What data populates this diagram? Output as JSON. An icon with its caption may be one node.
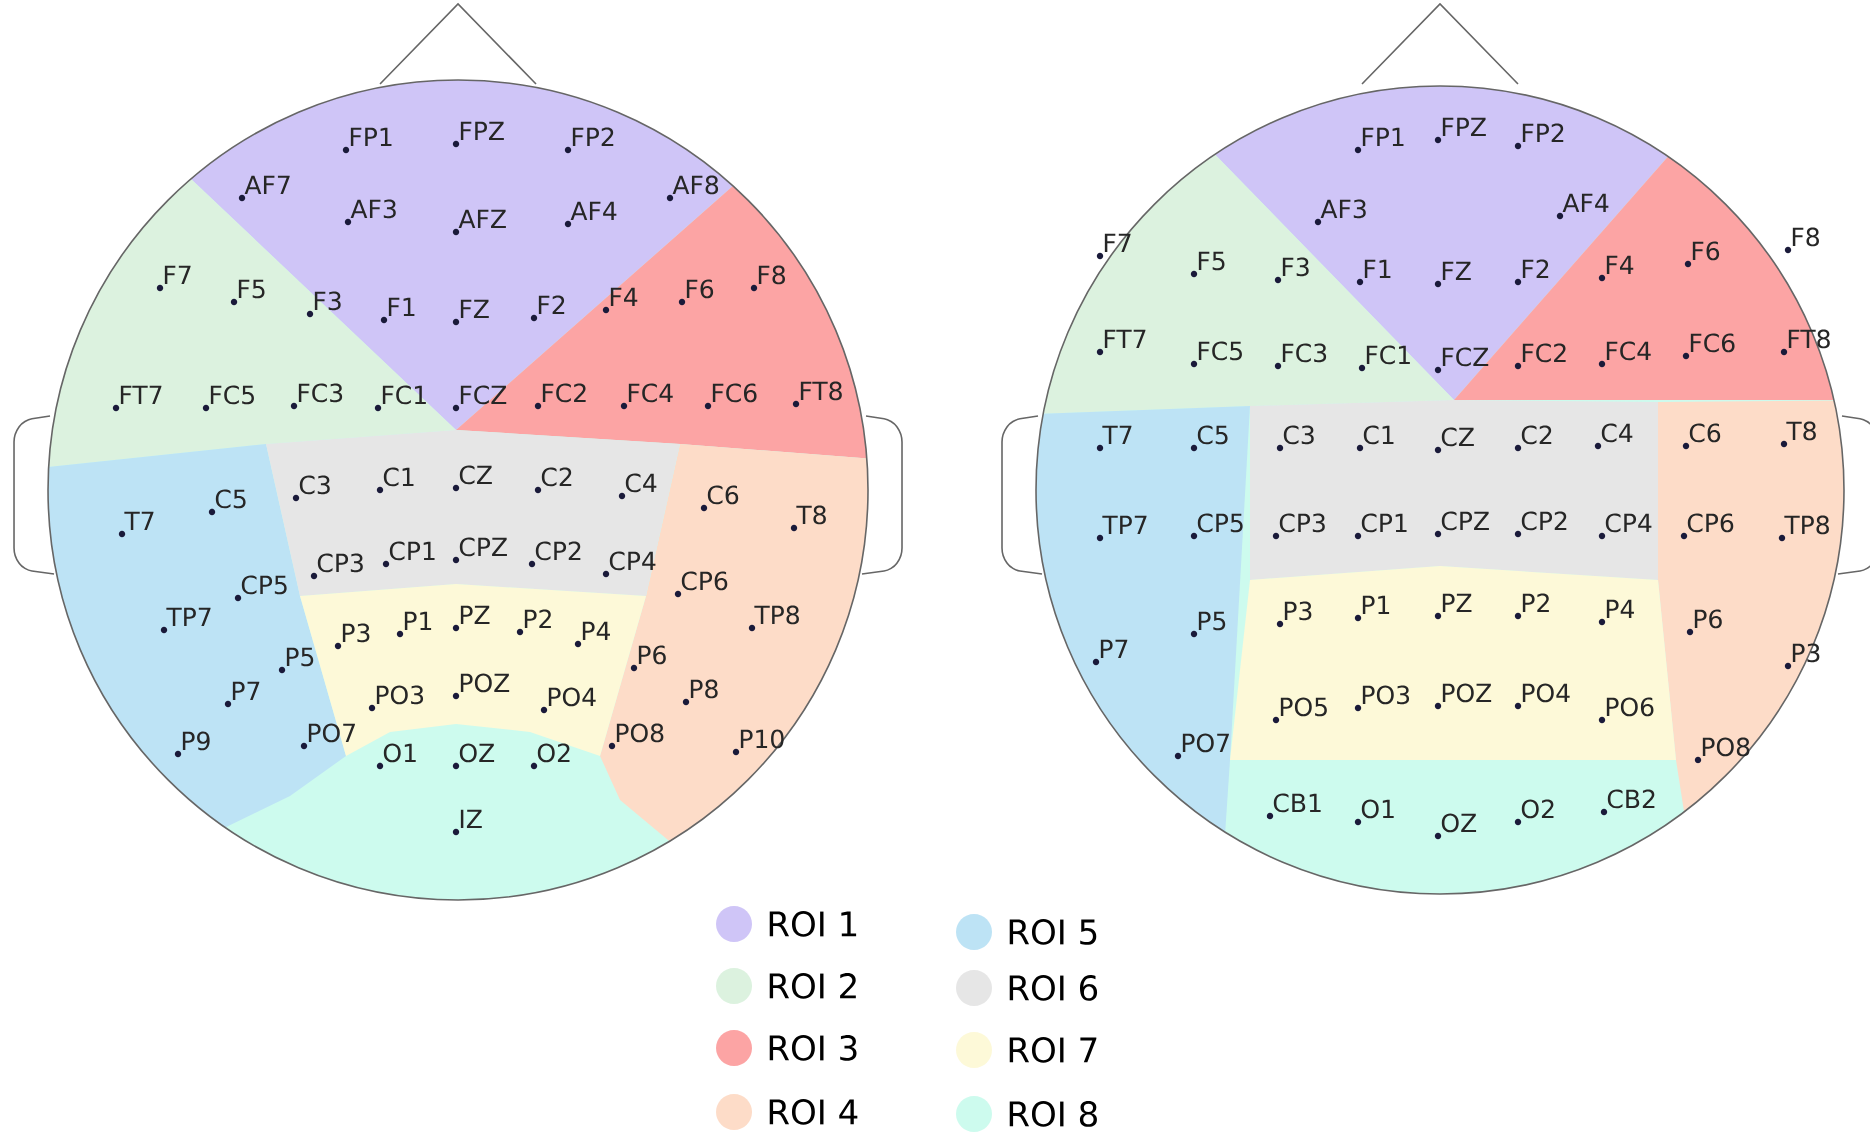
{
  "diagram": {
    "labels": [
      "FP1",
      "FPZ",
      "FP2",
      "AF7",
      "AF3",
      "AFZ",
      "AF4",
      "AF8",
      "F7",
      "F5",
      "F3",
      "F1",
      "FZ",
      "F2",
      "F4",
      "F6",
      "F8",
      "FT7",
      "FC5",
      "FC3",
      "FC1",
      "FCZ",
      "FC2",
      "FC4",
      "FC6",
      "FT8",
      "C3",
      "C1",
      "CZ",
      "C2",
      "C4",
      "C5",
      "C6",
      "T7",
      "T8",
      "CP3",
      "CP1",
      "CPZ",
      "CP2",
      "CP4",
      "CP5",
      "CP6",
      "TP7",
      "TP8",
      "P3",
      "P1",
      "PZ",
      "P2",
      "P4",
      "P5",
      "P6",
      "P7",
      "PO3",
      "POZ",
      "PO4",
      "P8",
      "P9",
      "PO7",
      "PO8",
      "P10",
      "O1",
      "OZ",
      "O2",
      "IZ",
      "FP1",
      "FPZ",
      "FP2",
      "AF3",
      "AF4",
      "F7",
      "F5",
      "F3",
      "F1",
      "FZ",
      "F2",
      "F4",
      "F6",
      "F8",
      "FT7",
      "FC5",
      "FC3",
      "FC1",
      "FCZ",
      "FC2",
      "FC4",
      "FC6",
      "FT8",
      "T7",
      "C5",
      "C3",
      "C1",
      "CZ",
      "C2",
      "C4",
      "C6",
      "T8",
      "TP7",
      "CP5",
      "CP3",
      "CP1",
      "CPZ",
      "CP2",
      "CP4",
      "CP6",
      "TP8",
      "P3",
      "P1",
      "PZ",
      "P2",
      "P4",
      "P5",
      "P6",
      "P7",
      "P3",
      "PO5",
      "PO3",
      "POZ",
      "PO4",
      "PO6",
      "PO7",
      "PO8",
      "CB1",
      "O1",
      "OZ",
      "O2",
      "CB2"
    ],
    "legend": [
      {
        "text": "ROI 1",
        "color": "#cfc5f7"
      },
      {
        "text": "ROI 2",
        "color": "#dcf2df"
      },
      {
        "text": "ROI 3",
        "color": "#fca4a4"
      },
      {
        "text": "ROI 4",
        "color": "#fddcc8"
      },
      {
        "text": "ROI 5",
        "color": "#bde3f5"
      },
      {
        "text": "ROI 6",
        "color": "#e6e6e6"
      },
      {
        "text": "ROI 7",
        "color": "#fdf9d8"
      },
      {
        "text": "ROI 8",
        "color": "#cdfbee"
      }
    ]
  }
}
